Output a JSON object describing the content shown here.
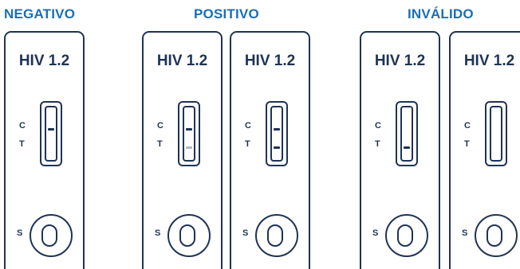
{
  "groups": [
    {
      "label": "NEGATIVO"
    },
    {
      "label": "POSITIVO"
    },
    {
      "label": "INVÁLIDO"
    }
  ],
  "cassettes": [
    {
      "group": "NEGATIVO",
      "title": "HIV 1.2",
      "c_mark": "C",
      "t_mark": "T",
      "s_mark": "S",
      "control_band": true,
      "test_band": false,
      "test_band_intensity": 0
    },
    {
      "group": "POSITIVO",
      "title": "HIV 1.2",
      "c_mark": "C",
      "t_mark": "T",
      "s_mark": "S",
      "control_band": true,
      "test_band": true,
      "test_band_intensity": 0.35
    },
    {
      "group": "POSITIVO",
      "title": "HIV 1.2",
      "c_mark": "C",
      "t_mark": "T",
      "s_mark": "S",
      "control_band": true,
      "test_band": true,
      "test_band_intensity": 1
    },
    {
      "group": "INVÁLIDO",
      "title": "HIV 1.2",
      "c_mark": "C",
      "t_mark": "T",
      "s_mark": "S",
      "control_band": false,
      "test_band": true,
      "test_band_intensity": 1
    },
    {
      "group": "INVÁLIDO",
      "title": "HIV 1.2",
      "c_mark": "C",
      "t_mark": "T",
      "s_mark": "S",
      "control_band": false,
      "test_band": false,
      "test_band_intensity": 0
    }
  ],
  "colors": {
    "label": "#1a6fb5",
    "outline": "#1f3354",
    "band": "#1f3354",
    "background": "#ffffff"
  }
}
